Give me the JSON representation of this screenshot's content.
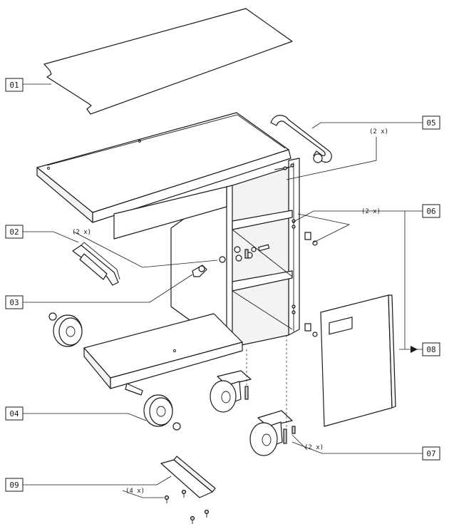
{
  "callouts": {
    "c01": "01",
    "c02": "02",
    "c03": "03",
    "c04": "04",
    "c05": "05",
    "c06": "06",
    "c07": "07",
    "c08": "08",
    "c09": "09"
  },
  "quantities": {
    "q05": "(2 x)",
    "q06": "(2 x)",
    "q02": "(2 x)",
    "q07": "(2 x)",
    "q09": "(4 x)"
  }
}
